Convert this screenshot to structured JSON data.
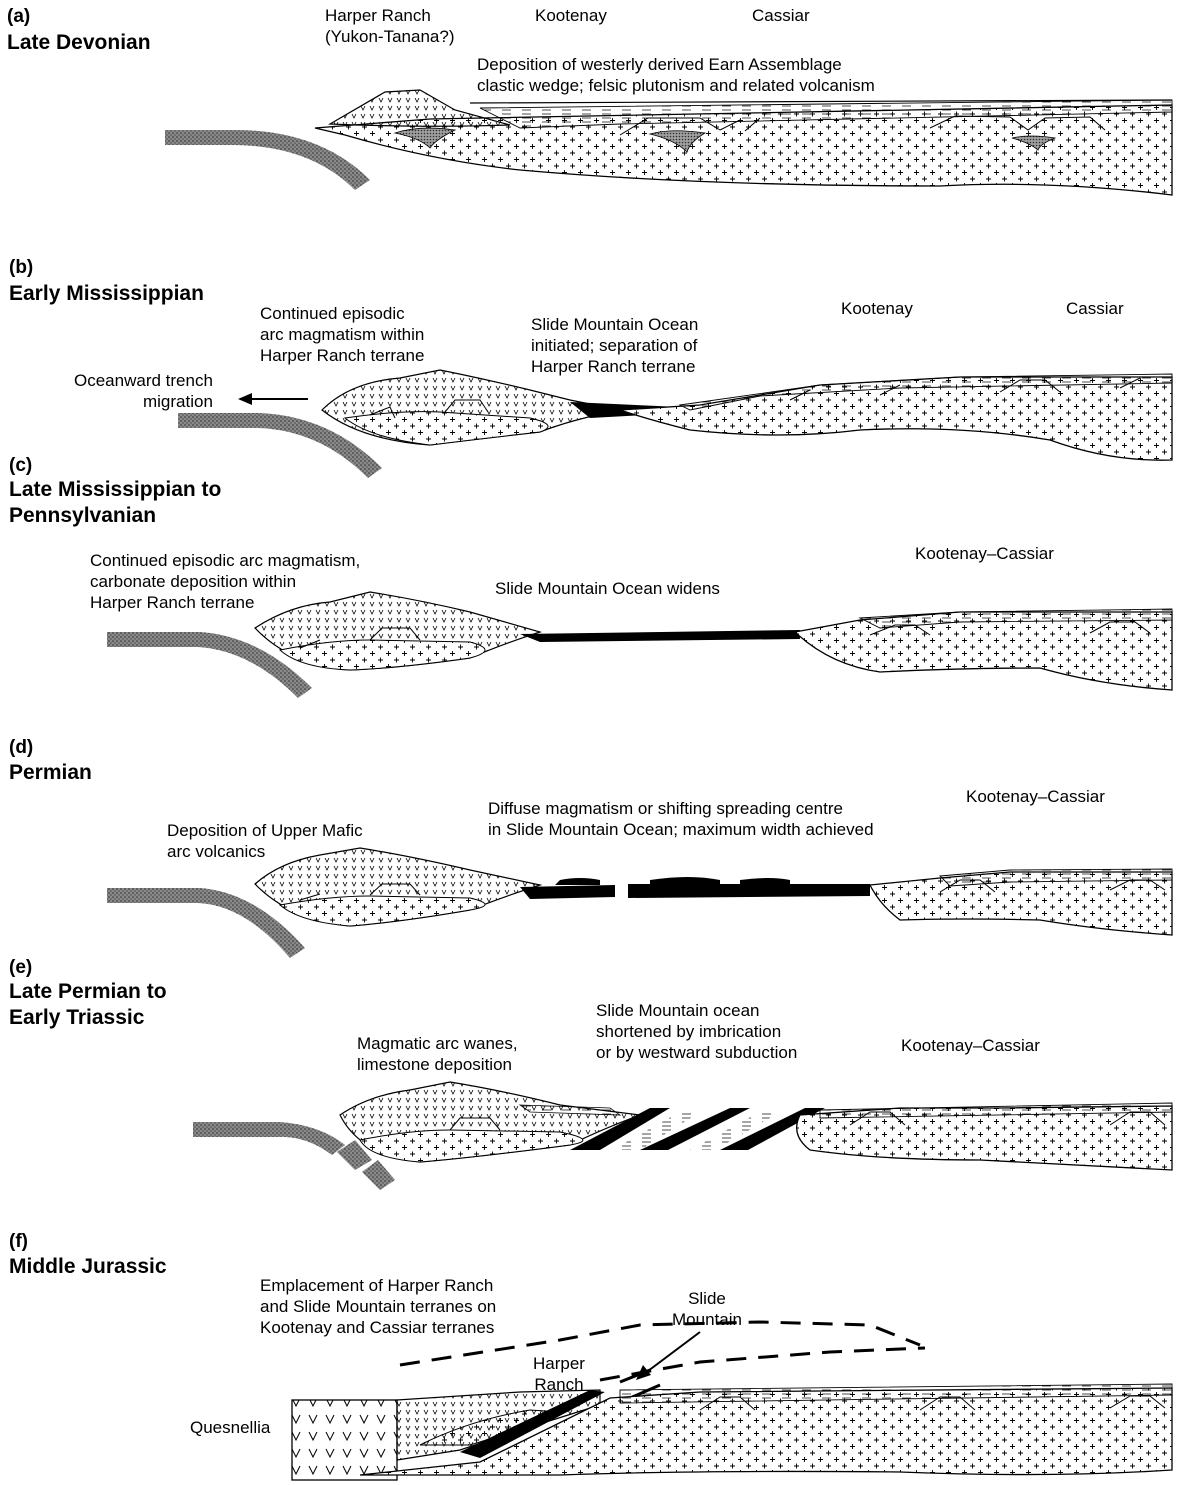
{
  "panels": [
    {
      "letter": "(a)",
      "title": "Late Devonian",
      "labels": {
        "harper": "Harper Ranch\n(Yukon-Tanana?)",
        "kootenay": "Kootenay",
        "cassiar": "Cassiar",
        "note": "Deposition of westerly derived Earn Assemblage\nclastic wedge; felsic plutonism and related volcanism"
      }
    },
    {
      "letter": "(b)",
      "title": "Early Mississippian",
      "labels": {
        "arc": "Continued episodic\narc magmatism within\nHarper Ranch terrane",
        "ocean": "Slide Mountain Ocean\ninitiated; separation of\nHarper Ranch terrane",
        "kootenay": "Kootenay",
        "cassiar": "Cassiar",
        "trench": "Oceanward trench\nmigration"
      }
    },
    {
      "letter": "(c)",
      "title": "Late Mississippian to\nPennsylvanian",
      "labels": {
        "arc": "Continued episodic arc magmatism,\ncarbonate deposition within\nHarper Ranch terrane",
        "ocean": "Slide Mountain Ocean widens",
        "kc": "Kootenay–Cassiar"
      }
    },
    {
      "letter": "(d)",
      "title": "Permian",
      "labels": {
        "arc": "Deposition of Upper Mafic\narc volcanics",
        "ocean": "Diffuse magmatism or shifting spreading centre\nin Slide Mountain Ocean; maximum width achieved",
        "kc": "Kootenay–Cassiar"
      }
    },
    {
      "letter": "(e)",
      "title": "Late Permian to\nEarly Triassic",
      "labels": {
        "arc": "Magmatic arc wanes,\nlimestone deposition",
        "ocean": "Slide Mountain ocean\nshortened by imbrication\nor by westward subduction",
        "kc": "Kootenay–Cassiar"
      }
    },
    {
      "letter": "(f)",
      "title": "Middle Jurassic",
      "labels": {
        "note": "Emplacement of Harper Ranch\nand Slide Mountain terranes on\nKootenay and Cassiar terranes",
        "slide": "Slide\nMountain",
        "harper": "Harper\nRanch",
        "quesnellia": "Quesnellia"
      }
    }
  ]
}
